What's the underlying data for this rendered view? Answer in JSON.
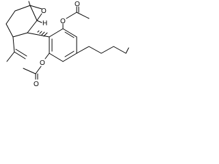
{
  "molecule": {
    "atom_labels": {
      "epoxide_oxygen": "O",
      "ester_oxygen_top": "O",
      "carbonyl_oxygen_top": "O",
      "ester_oxygen_bottom": "O",
      "carbonyl_oxygen_bottom": "O",
      "stereo_hydrogen": "H"
    }
  }
}
